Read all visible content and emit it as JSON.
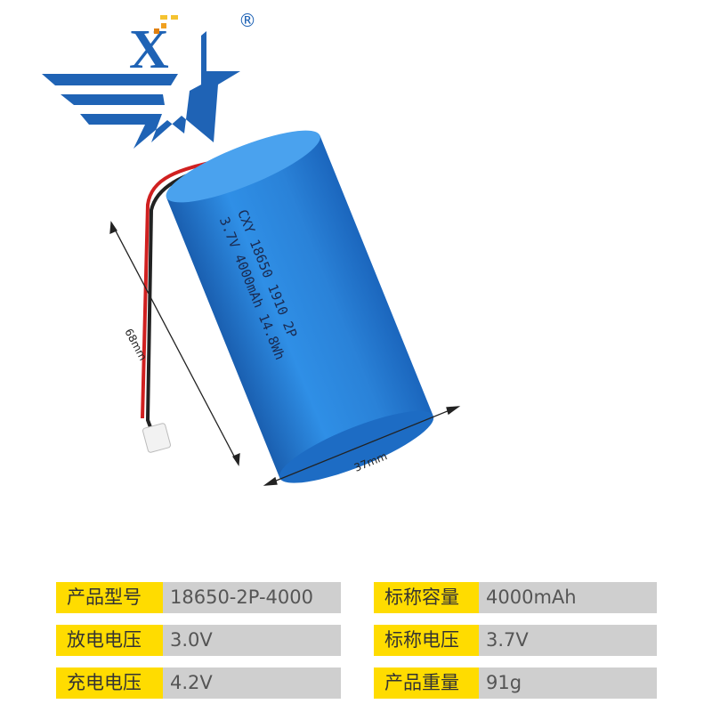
{
  "logo": {
    "letter": "X",
    "mark": "®",
    "colors": {
      "blue": "#1f63b5",
      "orange": "#f0a020"
    }
  },
  "battery": {
    "line1": "CXY 18650 1910 2P",
    "line2": "3.7V 4000mAh 14.8Wh",
    "color": "#2a86db"
  },
  "dimensions": {
    "length": "68mm",
    "width": "37mm"
  },
  "specs": [
    {
      "label": "产品型号",
      "value": "18650-2P-4000"
    },
    {
      "label": "标称容量",
      "value": "4000mAh"
    },
    {
      "label": "放电电压",
      "value": "3.0V"
    },
    {
      "label": "标称电压",
      "value": "3.7V"
    },
    {
      "label": "充电电压",
      "value": "4.2V"
    },
    {
      "label": "产品重量",
      "value": "91g"
    }
  ]
}
